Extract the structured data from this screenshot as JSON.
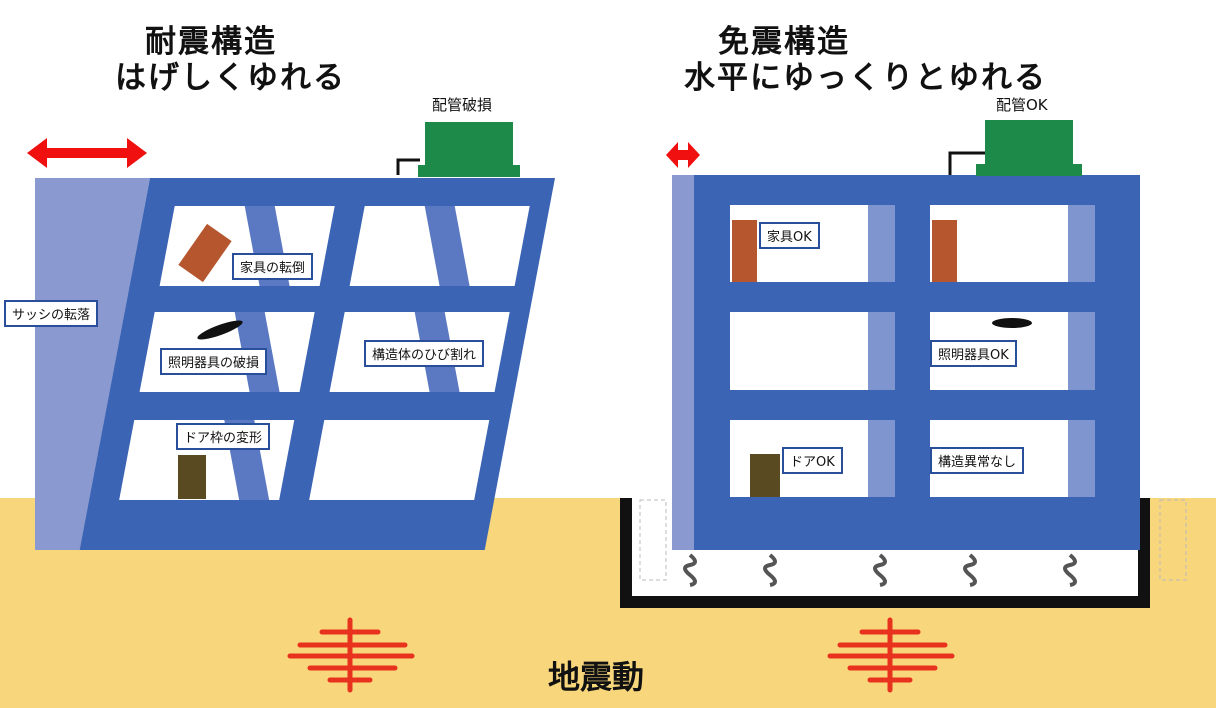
{
  "left": {
    "title": "耐震構造",
    "subtitle": "はげしくゆれる",
    "pipe_label": "配管破損",
    "labels": [
      "家具の転倒",
      "サッシの転落",
      "照明器具の破損",
      "構造体のひび割れ",
      "ドア枠の変形"
    ]
  },
  "right": {
    "title": "免震構造",
    "subtitle": "水平にゆっくりとゆれる",
    "pipe_label": "配管OK",
    "labels": [
      "家具OK",
      "照明器具OK",
      "ドアOK",
      "構造異常なし"
    ]
  },
  "ground_label": "地震動",
  "colors": {
    "building": "#3c64b4",
    "ground": "#f8d67c",
    "equipment": "#1e8a4a",
    "arrow": "#f01010",
    "quake": "#e8321e"
  }
}
